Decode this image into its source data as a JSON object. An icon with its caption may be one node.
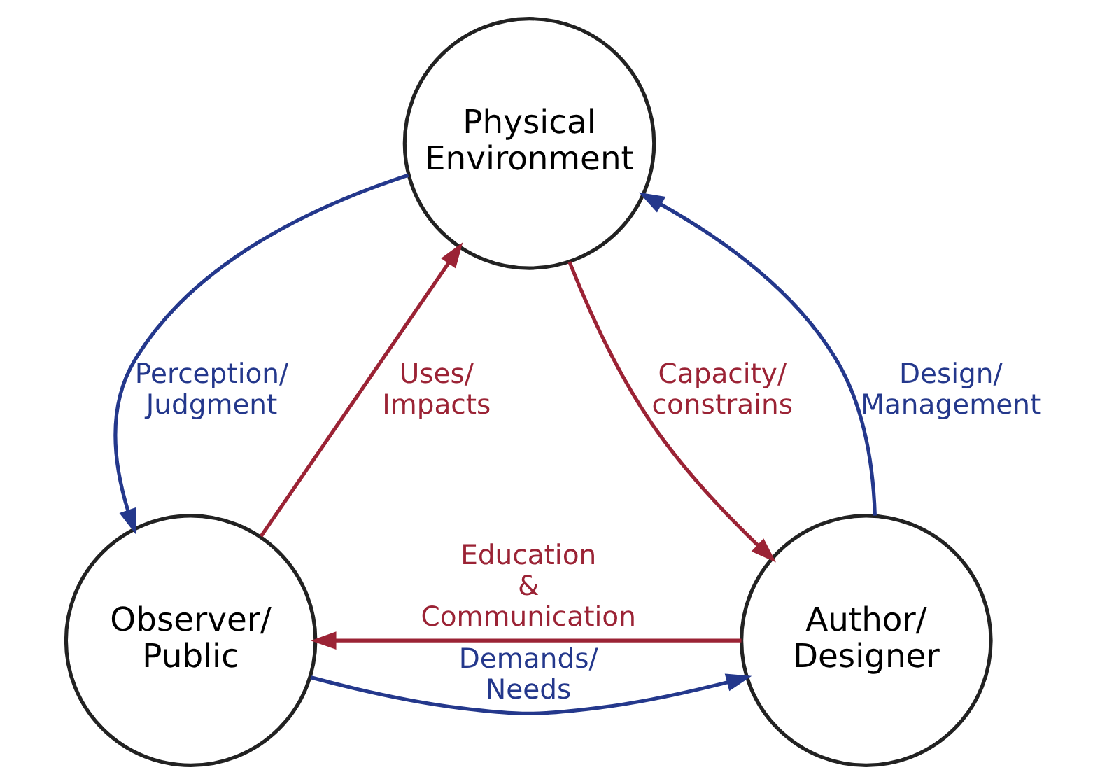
{
  "diagram": {
    "nodes": [
      {
        "text": [
          "Physical Environment"
        ]
      },
      {
        "text": [
          "Observer/ Public"
        ]
      },
      {
        "text": [
          "Author/ Designer"
        ]
      }
    ],
    "edges": [
      {
        "from": 1,
        "to": 0,
        "arrow": "to",
        "label": "Uses/ Impacts",
        "color": "#9b2335"
      },
      {
        "from": 0,
        "to": 2,
        "arrow": "to",
        "label": "Capacity/ constrains",
        "color": "#9b2335"
      },
      {
        "from": 2,
        "to": 1,
        "arrow": "to",
        "label": "Education & Communication",
        "color": "#9b2335"
      },
      {
        "from": 0,
        "to": 1,
        "arrow": "to",
        "label": "Perception/ Judgment",
        "color": "#24388c"
      },
      {
        "from": 2,
        "to": 0,
        "arrow": "to",
        "label": "Design/ Management",
        "color": "#24388c"
      },
      {
        "from": 1,
        "to": 2,
        "arrow": "to",
        "label": "Demands/ Needs",
        "color": "#24388c"
      }
    ]
  }
}
